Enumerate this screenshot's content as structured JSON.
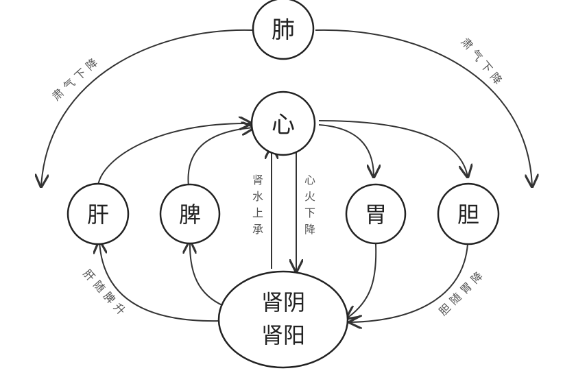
{
  "nodes": {
    "lung": "肺",
    "heart": "心",
    "liver": "肝",
    "spleen": "脾",
    "stomach": "胃",
    "gallbladder": "胆",
    "kidney_yin": "肾阴",
    "kidney_yang": "肾阳"
  },
  "labels": {
    "upper_left": "肃气下降",
    "upper_right": "肃气下降",
    "center_left": "肾水上承",
    "center_right": "心火下降",
    "lower_left": "肝随脾升",
    "lower_right": "胆随胃降"
  }
}
